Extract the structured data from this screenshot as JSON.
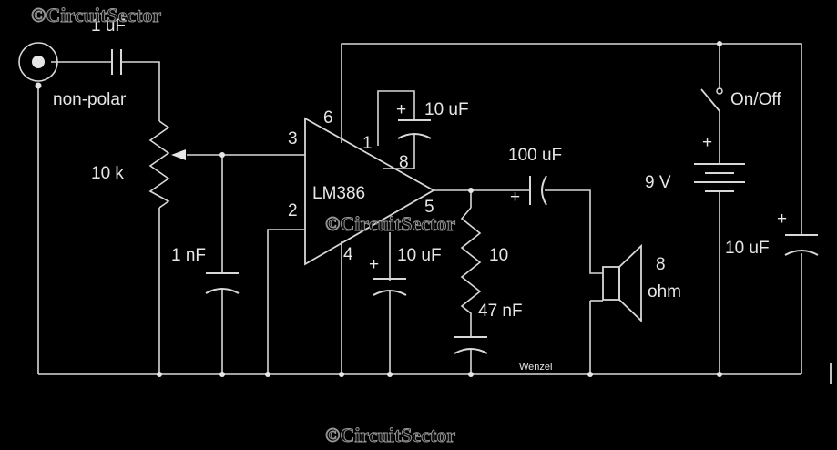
{
  "watermark": "©CircuitSector",
  "labels": {
    "c_in": "1 uF",
    "c_in_type": "non-polar",
    "pot": "10 k",
    "c_1nf": "1 nF",
    "ic": "LM386",
    "pin1": "1",
    "pin2": "2",
    "pin3": "3",
    "pin4": "4",
    "pin5": "5",
    "pin6": "6",
    "pin8": "8",
    "c_gain": "10 uF",
    "c_bypass": "10 uF",
    "c_out": "100 uF",
    "r_zobel": "10",
    "c_zobel": "47 nF",
    "spk_value": "8",
    "spk_unit": "ohm",
    "switch": "On/Off",
    "battery": "9 V",
    "c_supply": "10 uF",
    "author": "Wenzel",
    "plus": "+"
  }
}
